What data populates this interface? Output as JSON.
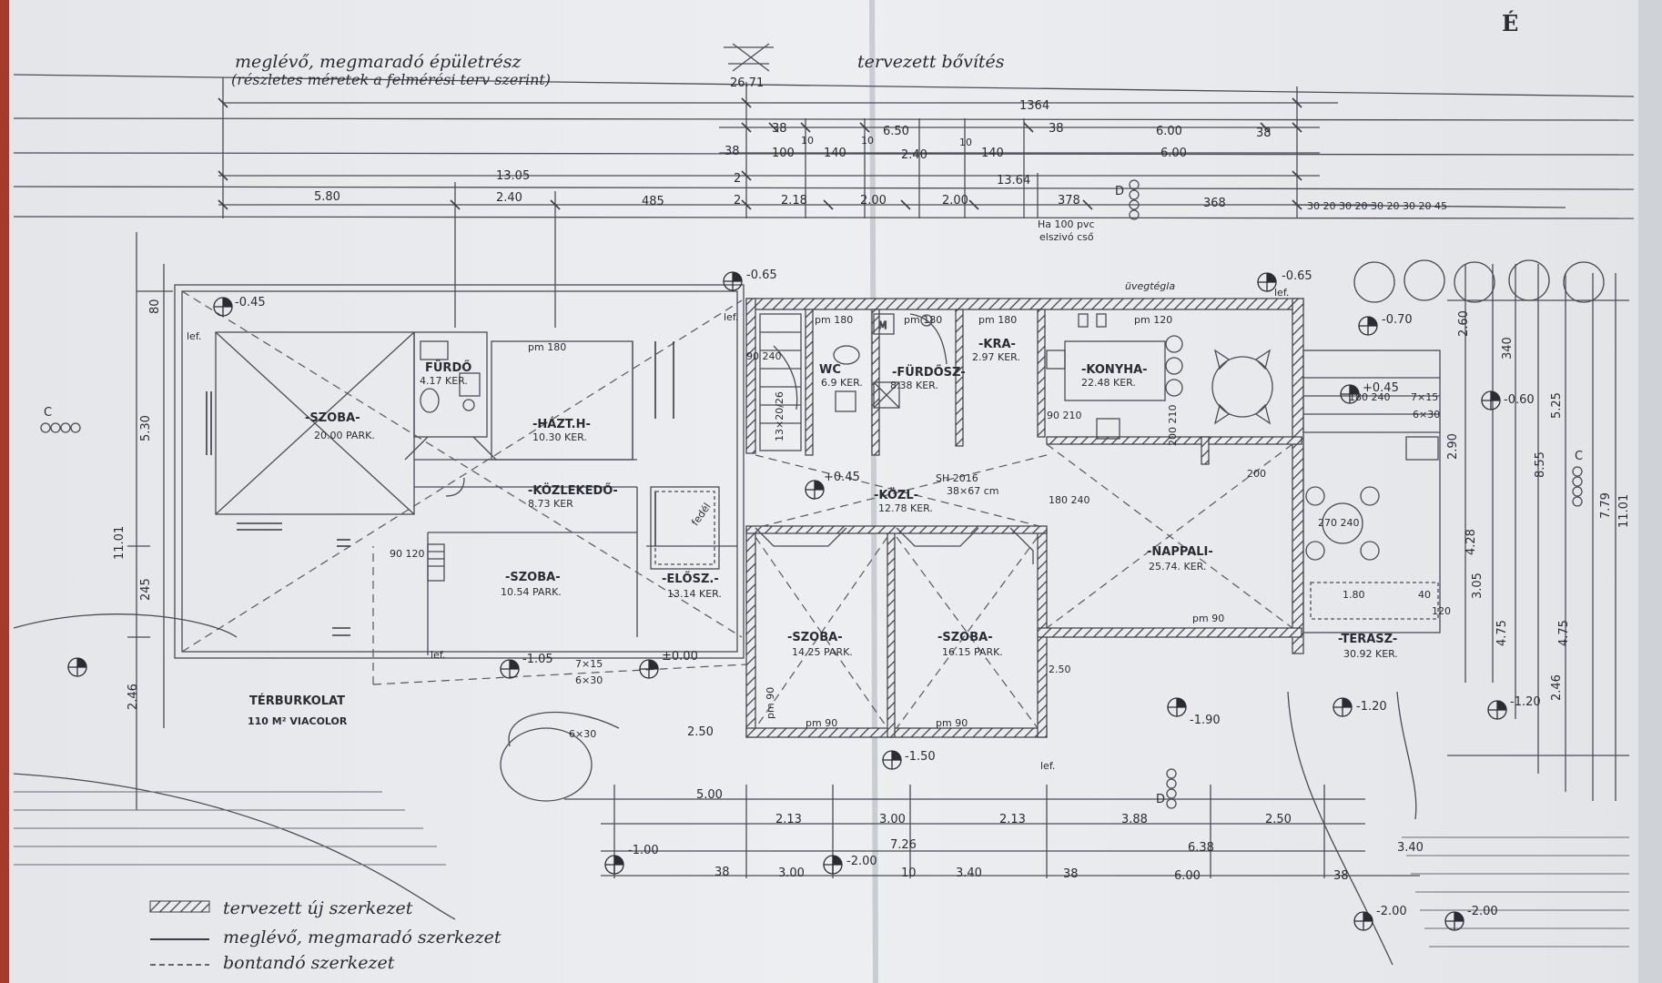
{
  "header": {
    "existing_note_1": "meglévő, megmaradó épületrész",
    "existing_note_2": "(részletes méretek a felmérési terv szerint)",
    "planned_extension": "tervezett bővítés",
    "north_mark": "É",
    "top_height": "26.71"
  },
  "dimensions": {
    "overall_1364": "1364",
    "left_1305": "13.05",
    "mid_1364": "13.64",
    "d_580": "5.80",
    "d_240a": "2.40",
    "d_485": "485",
    "d_218": "2.18",
    "d_200a": "2.00",
    "d_200b": "2.00",
    "d_378": "378",
    "d_368": "368",
    "d_650": "6.50",
    "d_600a": "6.00",
    "d_600b": "6.00",
    "d_38a": "38",
    "d_38b": "38",
    "d_38c": "38",
    "d_38d": "38",
    "d_100": "100",
    "d_140a": "140",
    "d_240b": "2.40",
    "d_140b": "140",
    "d_10a": "10",
    "d_10b": "10",
    "d_10c": "10",
    "d_2a": "2",
    "d_2b": "2",
    "d_right_seq": "30 20 30 20 30 20 30 20 45",
    "side_530": "5.30",
    "side_1101": "11.01",
    "side_245": "245",
    "side_246": "2.46",
    "side_80": "80",
    "right_1101": "11.01",
    "right_525": "5.25",
    "right_855": "8.55",
    "right_779": "7.79",
    "right_475a": "4.75",
    "right_475b": "4.75",
    "right_428": "4.28",
    "right_305": "3.05",
    "right_246": "2.46",
    "right_260": "2.60",
    "right_340": "340",
    "right_290": "2.90",
    "b_500": "5.00",
    "b_213a": "2.13",
    "b_300a": "3.00",
    "b_213b": "2.13",
    "b_388": "3.88",
    "b_250": "2.50",
    "b_726": "7.26",
    "b_638": "6.38",
    "b_340a": "3.40",
    "b_38a": "38",
    "b_300b": "3.00",
    "b_10": "10",
    "b_340b": "3.40",
    "b_38b": "38",
    "b_600": "6.00",
    "b_38c": "38",
    "b_250b": "2.50"
  },
  "levels": {
    "l1": "-0.45",
    "l2": "-0.65",
    "l3": "-0.65",
    "l4": "-0.70",
    "l5": "+0.45",
    "l6": "-0.60",
    "l7": "+0.45",
    "l8": "±0.00",
    "l9": "-1.05",
    "l10": "-1.50",
    "l11": "-1.90",
    "l12": "-1.20",
    "l13": "-1.20",
    "l14": "-1.00",
    "l15": "-2.00",
    "l16": "-2.00",
    "l17": "-2.00"
  },
  "rooms": {
    "szoba1_name": "-SZOBA-",
    "szoba1_area": "20.00 PARK.",
    "furdo1_name": "FÜRDŐ",
    "furdo1_area": "4.17 KER.",
    "hazt_name": "-HÁZT.H-",
    "hazt_area": "10.30 KER.",
    "kozl1_name": "-KÖZLEKEDŐ-",
    "kozl1_area": "8.73 KER",
    "szoba2_name": "-SZOBA-",
    "szoba2_area": "10.54 PARK.",
    "elosz_name": "-ELŐSZ.-",
    "elosz_area": "13.14 KER.",
    "wc_name": "WC",
    "wc_area": "6.9 KER.",
    "furdo2_name": "-FÜRDŐSZ-",
    "furdo2_area": "8.38 KER.",
    "kra_name": "-KRA-",
    "kra_area": "2.97 KER.",
    "konyha_name": "-KONYHA-",
    "konyha_area": "22.48 KER.",
    "kozl2_name": "-KÖZL-",
    "kozl2_area": "12.78 KER.",
    "nappali_name": "-NAPPALI-",
    "nappali_area": "25.74. KER.",
    "szoba3_name": "-SZOBA-",
    "szoba3_area": "14.25 PARK.",
    "szoba4_name": "-SZOBA-",
    "szoba4_area": "16.15 PARK.",
    "terasz_name": "-TERASZ-",
    "terasz_area": "30.92 KER.",
    "terburkolat_name": "TÉRBURKOLAT",
    "terburkolat_area": "110 M² VIACOLOR"
  },
  "notes": {
    "pm180a": "pm 180",
    "pm180b": "pm 180",
    "pm180c": "pm 180",
    "pm180d": "pm 180",
    "pm120": "pm 120",
    "pm90a": "pm 90",
    "pm90b": "pm 90",
    "pm90c": "pm 90",
    "pm90d": "pm 90",
    "uvegtegla": "üvegtégla",
    "pipe_1": "Ha 100 pvc",
    "pipe_2": "elszivó cső",
    "sh_1": "SH 2016",
    "sh_2": "38×67 cm",
    "stair_1": "13×20/26",
    "stair_2": "7×15",
    "stair_3": "6×30",
    "stair_4": "6×30",
    "stair_5": "7×15",
    "stair_6": "6×30",
    "door_90_240": "90 240",
    "door_180_240a": "180 240",
    "door_180_240b": "180 240",
    "door_270_240": "270 240",
    "door_90_120": "90 120",
    "door_200_210": "200 210",
    "door_90_210": "90 210",
    "lef_1": "lef.",
    "lef_2": "lef.",
    "lef_3": "lef.",
    "lef_4": "lef.",
    "lef_5": "lef.",
    "d_200": "200",
    "d_180": "1.80",
    "d_120": "120",
    "d_40": "40",
    "d_250": "2.50",
    "section_c1": "C",
    "section_c2": "C",
    "section_d1": "D",
    "section_d2": "D"
  },
  "legend": {
    "new": "tervezett új szerkezet",
    "existing": "meglévő, megmaradó szerkezet",
    "demolish": "bontandó szerkezet"
  }
}
